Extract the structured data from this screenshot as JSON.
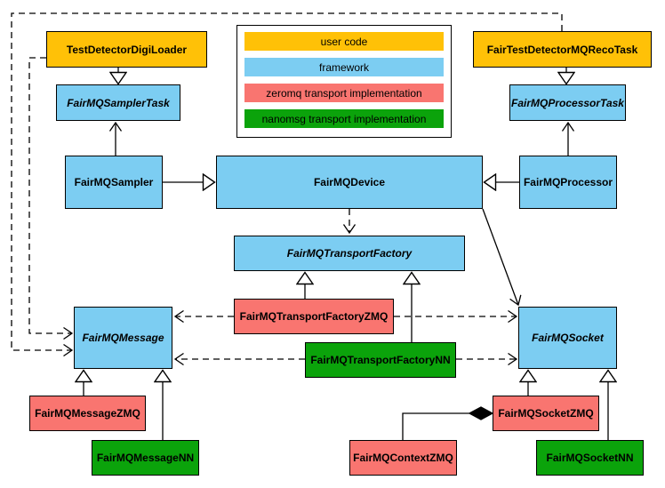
{
  "legend": {
    "items": [
      {
        "label": "user code",
        "color": "#FFC107"
      },
      {
        "label": "framework",
        "color": "#7CCDF2"
      },
      {
        "label": "zeromq transport implementation",
        "color": "#F97570"
      },
      {
        "label": "nanomsg transport implementation",
        "color": "#0BA30B"
      }
    ]
  },
  "colors": {
    "user_code": "#FFC107",
    "framework": "#7CCDF2",
    "zeromq_impl": "#F97570",
    "nanomsg_impl": "#0BA30B",
    "line": "#000000",
    "background": "#ffffff"
  },
  "nodes": {
    "test_detector_digi_loader": {
      "label": "TestDetectorDigiLoader",
      "category": "user code",
      "abstract": false
    },
    "fair_test_detector_mq_reco_task": {
      "label": "FairTestDetectorMQRecoTask",
      "category": "user code",
      "abstract": false
    },
    "fair_mq_sampler_task": {
      "label": "FairMQSamplerTask",
      "category": "framework",
      "abstract": true
    },
    "fair_mq_processor_task": {
      "label": "FairMQProcessorTask",
      "category": "framework",
      "abstract": true
    },
    "fair_mq_sampler": {
      "label": "FairMQSampler",
      "category": "framework",
      "abstract": false
    },
    "fair_mq_device": {
      "label": "FairMQDevice",
      "category": "framework",
      "abstract": false
    },
    "fair_mq_processor": {
      "label": "FairMQProcessor",
      "category": "framework",
      "abstract": false
    },
    "fair_mq_transport_factory": {
      "label": "FairMQTransportFactory",
      "category": "framework",
      "abstract": true
    },
    "fair_mq_transport_factory_zmq": {
      "label": "FairMQTransportFactoryZMQ",
      "category": "zeromq transport implementation",
      "abstract": false
    },
    "fair_mq_transport_factory_nn": {
      "label": "FairMQTransportFactoryNN",
      "category": "nanomsg transport implementation",
      "abstract": false
    },
    "fair_mq_message": {
      "label": "FairMQMessage",
      "category": "framework",
      "abstract": true
    },
    "fair_mq_socket": {
      "label": "FairMQSocket",
      "category": "framework",
      "abstract": true
    },
    "fair_mq_message_zmq": {
      "label": "FairMQMessageZMQ",
      "category": "zeromq transport implementation",
      "abstract": false
    },
    "fair_mq_message_nn": {
      "label": "FairMQMessageNN",
      "category": "nanomsg transport implementation",
      "abstract": false
    },
    "fair_mq_socket_zmq": {
      "label": "FairMQSocketZMQ",
      "category": "zeromq transport implementation",
      "abstract": false
    },
    "fair_mq_context_zmq": {
      "label": "FairMQContextZMQ",
      "category": "zeromq transport implementation",
      "abstract": false
    },
    "fair_mq_socket_nn": {
      "label": "FairMQSocketNN",
      "category": "nanomsg transport implementation",
      "abstract": false
    }
  },
  "relations": [
    {
      "from": "TestDetectorDigiLoader",
      "to": "FairMQSamplerTask",
      "type": "inheritance",
      "line": "solid",
      "head": "hollow-triangle"
    },
    {
      "from": "FairTestDetectorMQRecoTask",
      "to": "FairMQProcessorTask",
      "type": "inheritance",
      "line": "solid",
      "head": "hollow-triangle"
    },
    {
      "from": "FairMQSampler",
      "to": "FairMQSamplerTask",
      "type": "association",
      "line": "solid",
      "head": "open-arrow"
    },
    {
      "from": "FairMQProcessor",
      "to": "FairMQProcessorTask",
      "type": "association",
      "line": "solid",
      "head": "open-arrow"
    },
    {
      "from": "FairMQSampler",
      "to": "FairMQDevice",
      "type": "inheritance",
      "line": "solid",
      "head": "hollow-triangle"
    },
    {
      "from": "FairMQProcessor",
      "to": "FairMQDevice",
      "type": "inheritance",
      "line": "solid",
      "head": "hollow-triangle"
    },
    {
      "from": "FairMQDevice",
      "to": "FairMQTransportFactory",
      "type": "dependency",
      "line": "dashed",
      "head": "open-arrow"
    },
    {
      "from": "FairMQDevice",
      "to": "FairMQSocket",
      "type": "association",
      "line": "solid",
      "head": "open-arrow"
    },
    {
      "from": "FairMQTransportFactoryZMQ",
      "to": "FairMQTransportFactory",
      "type": "inheritance",
      "line": "solid",
      "head": "hollow-triangle"
    },
    {
      "from": "FairMQTransportFactoryNN",
      "to": "FairMQTransportFactory",
      "type": "inheritance",
      "line": "solid",
      "head": "hollow-triangle"
    },
    {
      "from": "FairMQTransportFactoryZMQ",
      "to": "FairMQMessage",
      "type": "dependency",
      "line": "dashed",
      "head": "open-arrow"
    },
    {
      "from": "FairMQTransportFactoryZMQ",
      "to": "FairMQSocket",
      "type": "dependency",
      "line": "dashed",
      "head": "open-arrow"
    },
    {
      "from": "FairMQTransportFactoryNN",
      "to": "FairMQMessage",
      "type": "dependency",
      "line": "dashed",
      "head": "open-arrow"
    },
    {
      "from": "FairMQTransportFactoryNN",
      "to": "FairMQSocket",
      "type": "dependency",
      "line": "dashed",
      "head": "open-arrow"
    },
    {
      "from": "TestDetectorDigiLoader",
      "to": "FairMQMessage",
      "type": "dependency",
      "line": "dashed",
      "head": "open-arrow"
    },
    {
      "from": "FairTestDetectorMQRecoTask",
      "to": "FairMQMessage",
      "type": "dependency",
      "line": "dashed",
      "head": "open-arrow"
    },
    {
      "from": "FairMQMessageZMQ",
      "to": "FairMQMessage",
      "type": "inheritance",
      "line": "solid",
      "head": "hollow-triangle"
    },
    {
      "from": "FairMQMessageNN",
      "to": "FairMQMessage",
      "type": "inheritance",
      "line": "solid",
      "head": "hollow-triangle"
    },
    {
      "from": "FairMQSocketZMQ",
      "to": "FairMQSocket",
      "type": "inheritance",
      "line": "solid",
      "head": "hollow-triangle"
    },
    {
      "from": "FairMQSocketNN",
      "to": "FairMQSocket",
      "type": "inheritance",
      "line": "solid",
      "head": "hollow-triangle"
    },
    {
      "from": "FairMQSocketZMQ",
      "to": "FairMQContextZMQ",
      "type": "composition",
      "line": "solid",
      "head": "filled-diamond"
    }
  ]
}
